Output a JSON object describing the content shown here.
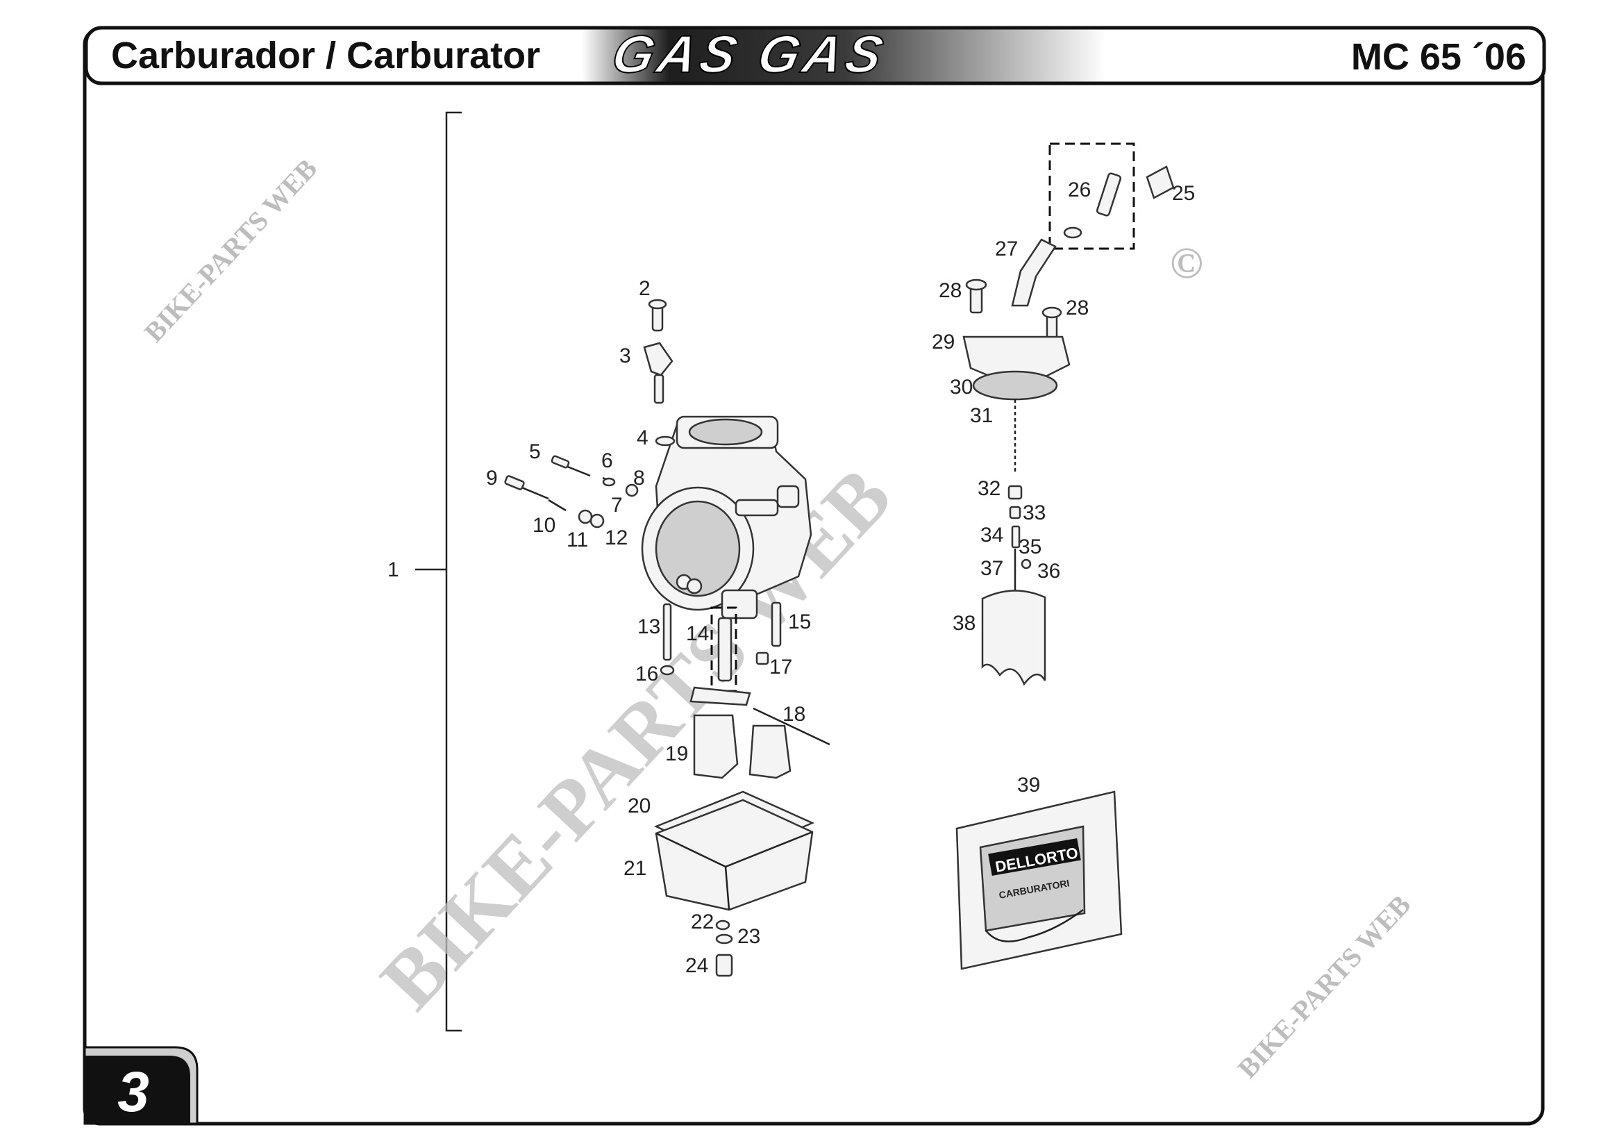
{
  "header": {
    "title": "Carburador / Carburator",
    "brand": "GAS GAS",
    "model": "MC 65 ´06"
  },
  "page_number": "3",
  "watermark": {
    "main": "BIKE-PARTS WEB",
    "copyright": "©"
  },
  "packaging": {
    "brand": "DELLORTO",
    "sub": "CARBURATORI"
  },
  "callouts": [
    "1",
    "2",
    "3",
    "4",
    "5",
    "6",
    "7",
    "8",
    "9",
    "10",
    "11",
    "12",
    "13",
    "14",
    "15",
    "16",
    "17",
    "18",
    "19",
    "20",
    "21",
    "22",
    "23",
    "24",
    "25",
    "26",
    "27",
    "28",
    "28",
    "29",
    "30",
    "31",
    "32",
    "33",
    "34",
    "35",
    "36",
    "37",
    "38",
    "39"
  ],
  "colors": {
    "border": "#111111",
    "gradient_dark": "#222222",
    "gradient_light": "#ffffff",
    "watermark": "#bdbdbd"
  }
}
